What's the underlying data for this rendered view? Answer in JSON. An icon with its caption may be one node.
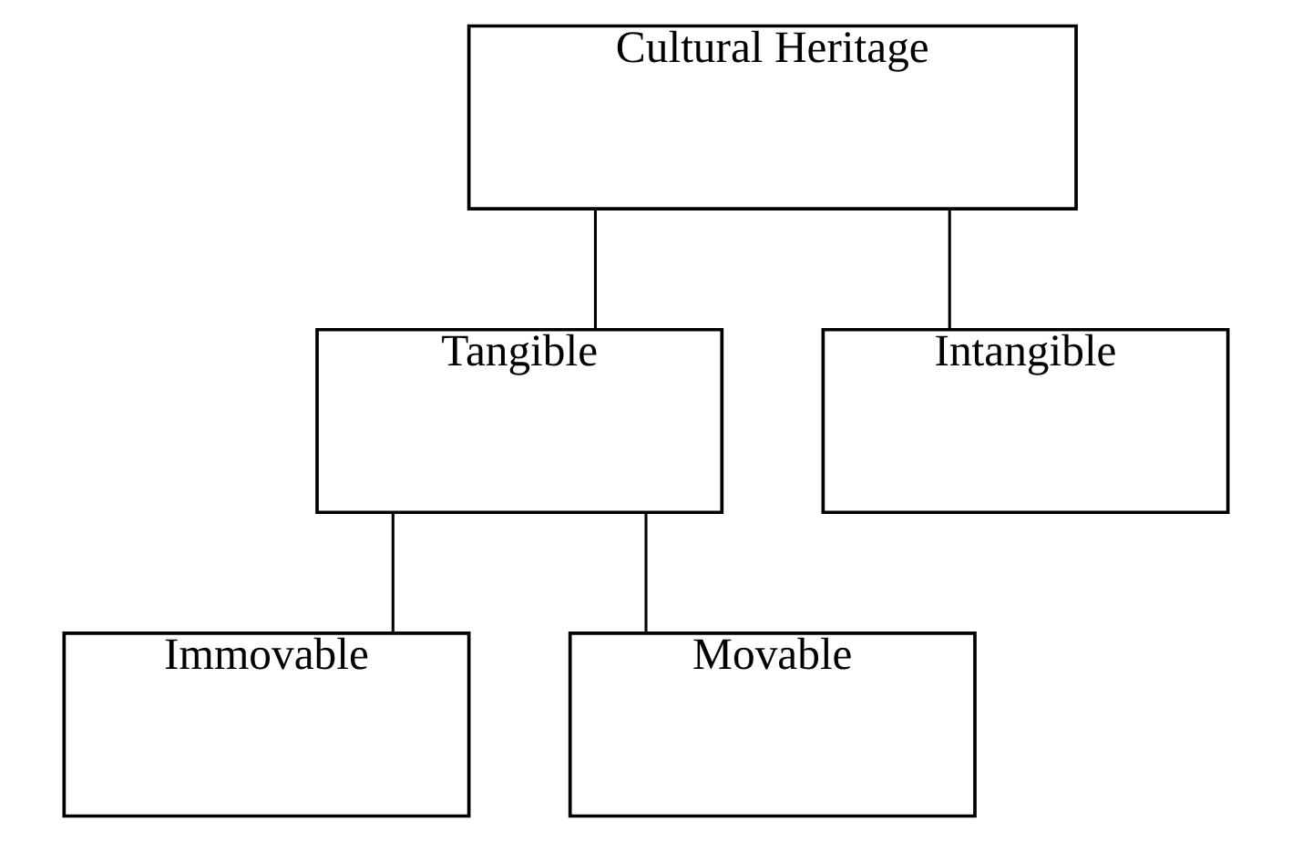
{
  "diagram": {
    "nodes": [
      {
        "text": [
          "Cultural Heritage"
        ]
      },
      {
        "text": [
          "Tangible"
        ]
      },
      {
        "text": [
          "Intangible"
        ]
      },
      {
        "text": [
          "Immovable"
        ]
      },
      {
        "text": [
          "Movable"
        ]
      }
    ],
    "edges": [
      {
        "from": 0,
        "to": 1,
        "arrow": "none"
      },
      {
        "from": 0,
        "to": 2,
        "arrow": "none"
      },
      {
        "from": 1,
        "to": 3,
        "arrow": "none"
      },
      {
        "from": 1,
        "to": 4,
        "arrow": "none"
      }
    ]
  }
}
